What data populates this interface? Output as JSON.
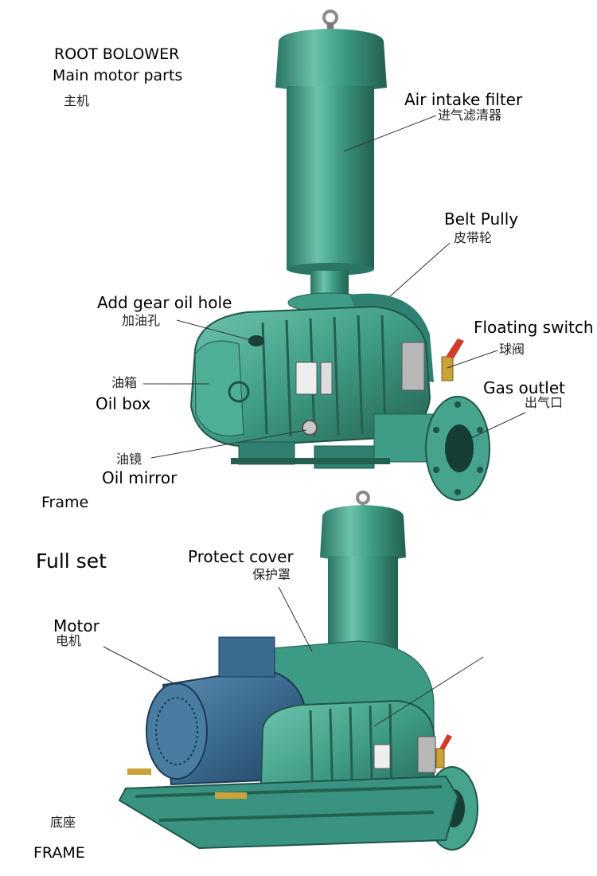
{
  "header": {
    "title": "ROOT BOLOWER",
    "subtitle": "Main motor parts",
    "subtitle_cn": "主机"
  },
  "labels": {
    "air_filter": {
      "en": "Air intake filter",
      "cn": "进气滤清器"
    },
    "belt_pully": {
      "en": "Belt Pully",
      "cn": "皮带轮"
    },
    "gear_oil_hole": {
      "en": "Add gear oil hole",
      "cn": "加油孔"
    },
    "floating_switch": {
      "en": "Floating switch",
      "cn": "球阀"
    },
    "oil_box": {
      "en": "Oil box",
      "cn": "油箱"
    },
    "gas_outlet": {
      "en": "Gas outlet",
      "cn": "出气口"
    },
    "oil_mirror": {
      "en": "Oil mirror",
      "cn": "油镜"
    },
    "frame_top": {
      "en": "Frame"
    },
    "full_set": {
      "en": "Full set"
    },
    "protect_cover": {
      "en": "Protect cover",
      "cn": "保护罩"
    },
    "motor": {
      "en": "Motor",
      "cn": "电机"
    },
    "frame_bottom": {
      "en": "FRAME",
      "cn": "底座"
    }
  },
  "colors": {
    "machine_green": "#3f9c86",
    "machine_dark": "#2a7565",
    "machine_light": "#7cc9b4",
    "motor_blue": "#3a6a8e",
    "brass": "#c9a23a"
  }
}
